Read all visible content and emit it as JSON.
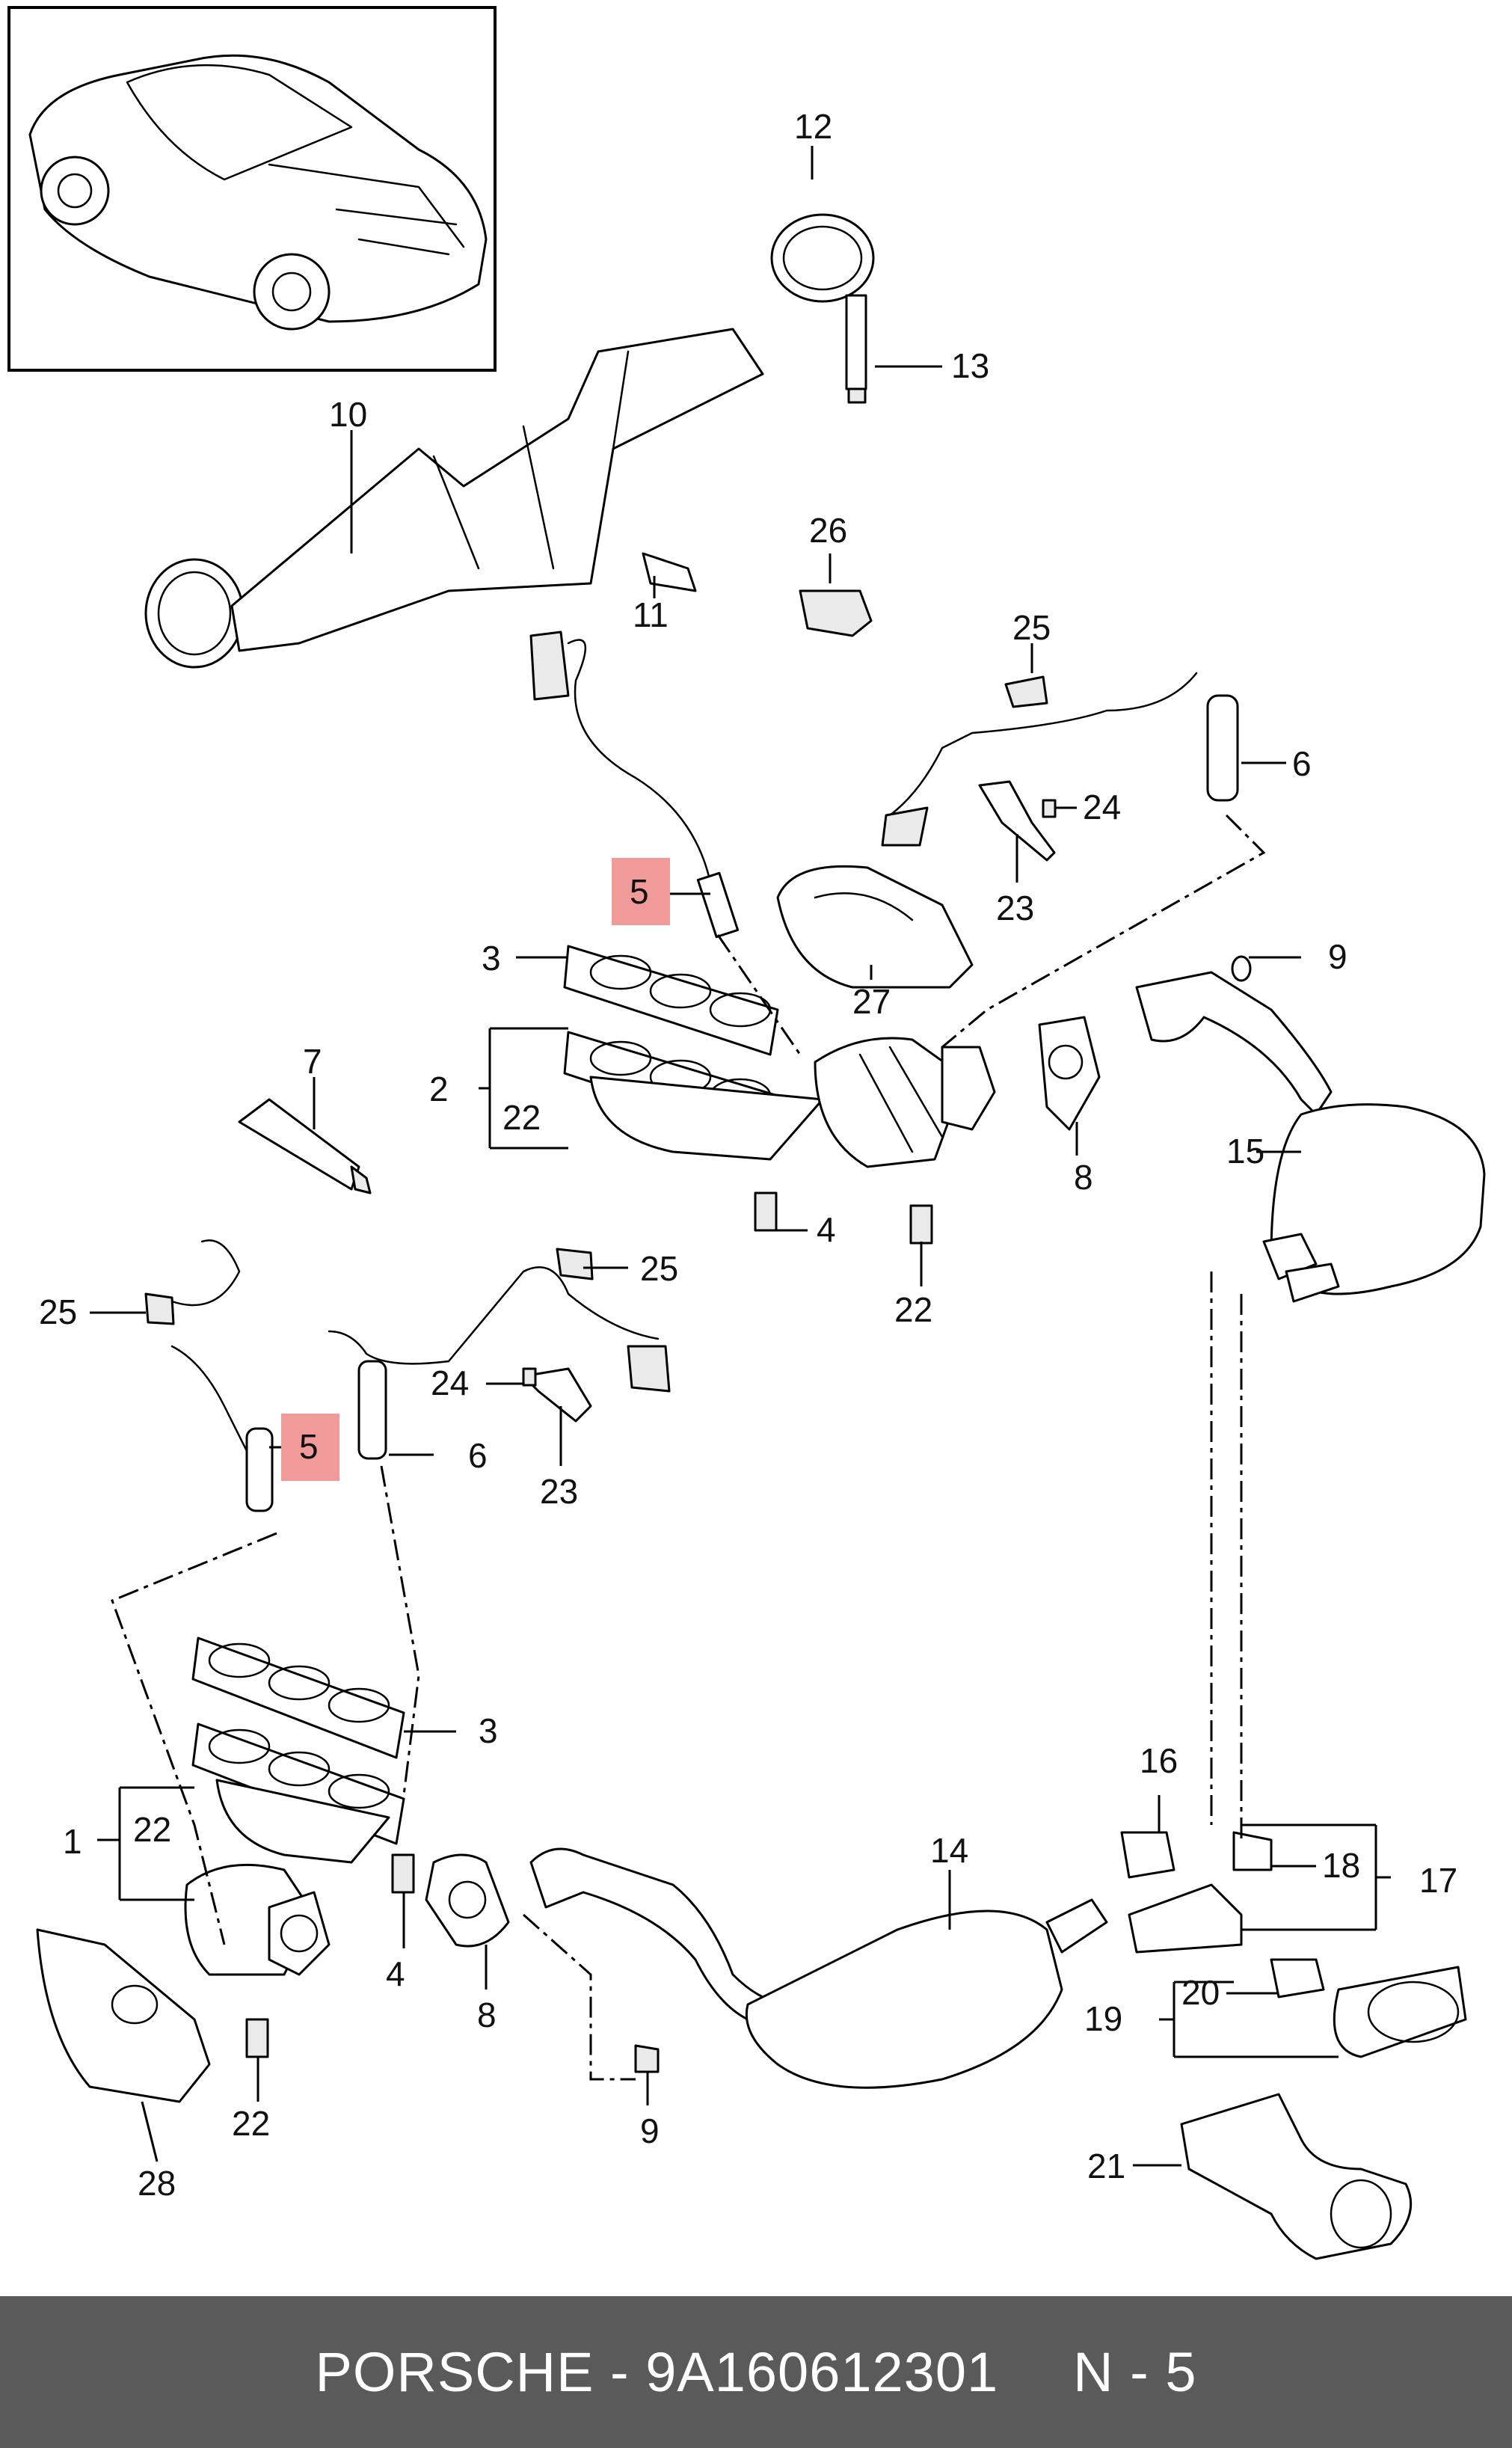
{
  "callouts": {
    "c1": "1",
    "c2": "2",
    "c3a": "3",
    "c3b": "3",
    "c4a": "4",
    "c4b": "4",
    "c5a": "5",
    "c5b": "5",
    "c6a": "6",
    "c6b": "6",
    "c7": "7",
    "c8a": "8",
    "c8b": "8",
    "c9a": "9",
    "c9b": "9",
    "c10": "10",
    "c11": "11",
    "c12": "12",
    "c13": "13",
    "c14": "14",
    "c15": "15",
    "c16": "16",
    "c17": "17",
    "c18": "18",
    "c19": "19",
    "c20": "20",
    "c21": "21",
    "c22a": "22",
    "c22b": "22",
    "c22c": "22",
    "c22d": "22",
    "c23a": "23",
    "c23b": "23",
    "c24a": "24",
    "c24b": "24",
    "c25a": "25",
    "c25b": "25",
    "c25c": "25",
    "c26": "26",
    "c27": "27",
    "c28": "28"
  },
  "highlight_color": "#f19a9a",
  "footer": {
    "brand_part": "PORSCHE - 9A160612301",
    "ref": "N - 5"
  }
}
